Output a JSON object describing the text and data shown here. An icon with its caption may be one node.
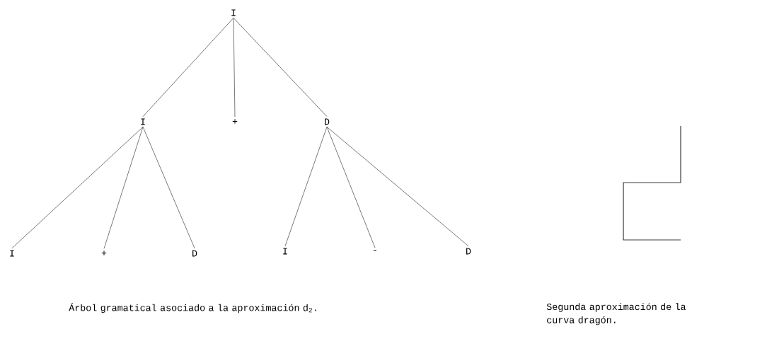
{
  "diagram": {
    "nodes": [
      {
        "text": [
          "I"
        ]
      },
      {
        "text": [
          "I"
        ]
      },
      {
        "text": [
          "+"
        ]
      },
      {
        "text": [
          "D"
        ]
      },
      {
        "text": [
          "I"
        ]
      },
      {
        "text": [
          "+"
        ]
      },
      {
        "text": [
          "D"
        ]
      },
      {
        "text": [
          "I"
        ]
      },
      {
        "text": [
          "-"
        ]
      },
      {
        "text": [
          "D"
        ]
      }
    ],
    "edges": [
      {
        "from": 0,
        "to": 1,
        "arrow": "none"
      },
      {
        "from": 0,
        "to": 2,
        "arrow": "none"
      },
      {
        "from": 0,
        "to": 3,
        "arrow": "none"
      },
      {
        "from": 1,
        "to": 4,
        "arrow": "none"
      },
      {
        "from": 1,
        "to": 5,
        "arrow": "none"
      },
      {
        "from": 1,
        "to": 6,
        "arrow": "none"
      },
      {
        "from": 3,
        "to": 7,
        "arrow": "none"
      },
      {
        "from": 3,
        "to": 8,
        "arrow": "none"
      },
      {
        "from": 3,
        "to": 9,
        "arrow": "none"
      }
    ],
    "labels": [
      "Árbol gramatical asociado a la aproximación d$_{2}$.",
      "Segunda aproximación de la curva dragón."
    ]
  }
}
